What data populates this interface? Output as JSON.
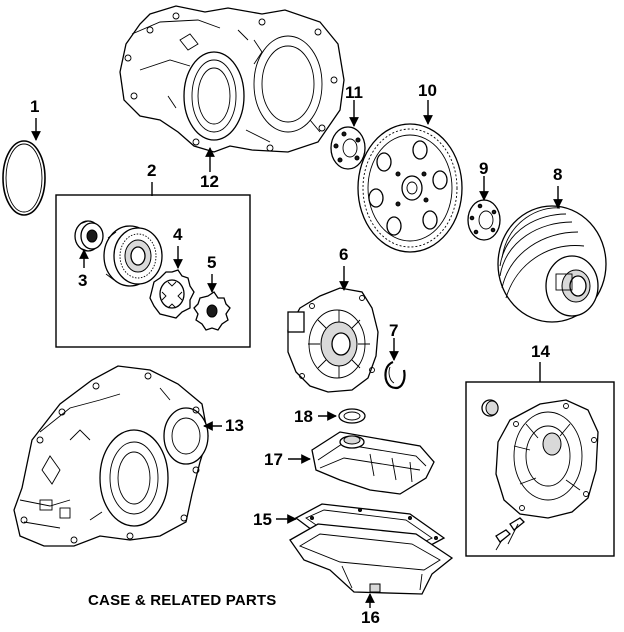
{
  "caption": "CASE & RELATED PARTS",
  "callouts": {
    "c1": "1",
    "c2": "2",
    "c3": "3",
    "c4": "4",
    "c5": "5",
    "c6": "6",
    "c7": "7",
    "c8": "8",
    "c9": "9",
    "c10": "10",
    "c11": "11",
    "c12": "12",
    "c13": "13",
    "c14": "14",
    "c15": "15",
    "c16": "16",
    "c17": "17",
    "c18": "18"
  }
}
